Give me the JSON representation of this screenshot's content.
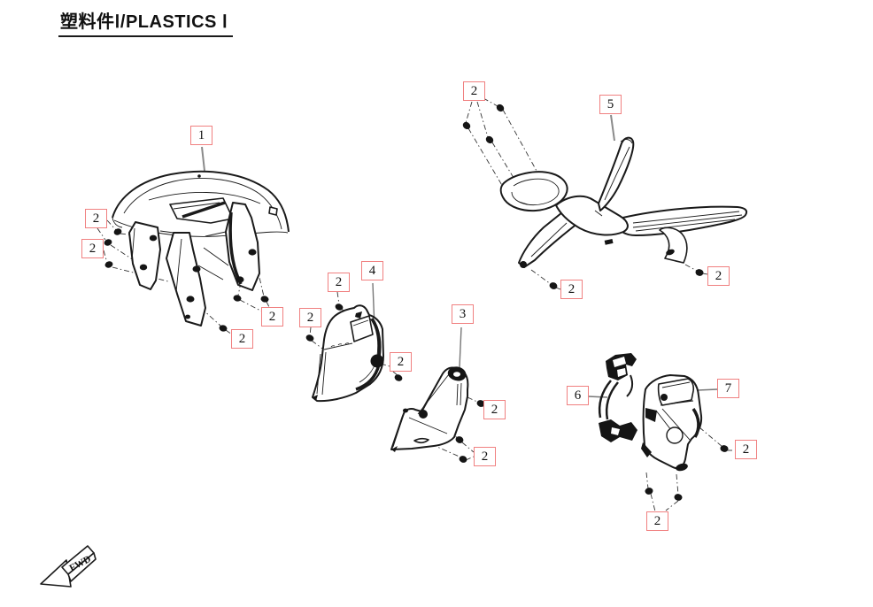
{
  "title": {
    "text": "塑料件Ⅰ/PLASTICS Ⅰ"
  },
  "direction_indicator": {
    "label": "FWD"
  },
  "colors": {
    "callout_border": "#f08080",
    "line_art": "#1a1a1a",
    "leader_line": "#8a8a8a",
    "background": "#ffffff"
  },
  "callouts": [
    {
      "label": "1"
    },
    {
      "label": "2"
    },
    {
      "label": "2"
    },
    {
      "label": "2"
    },
    {
      "label": "2"
    },
    {
      "label": "2"
    },
    {
      "label": "5"
    },
    {
      "label": "2"
    },
    {
      "label": "2"
    },
    {
      "label": "2"
    },
    {
      "label": "4"
    },
    {
      "label": "2"
    },
    {
      "label": "2"
    },
    {
      "label": "3"
    },
    {
      "label": "2"
    },
    {
      "label": "2"
    },
    {
      "label": "6"
    },
    {
      "label": "7"
    },
    {
      "label": "2"
    },
    {
      "label": "2"
    }
  ]
}
